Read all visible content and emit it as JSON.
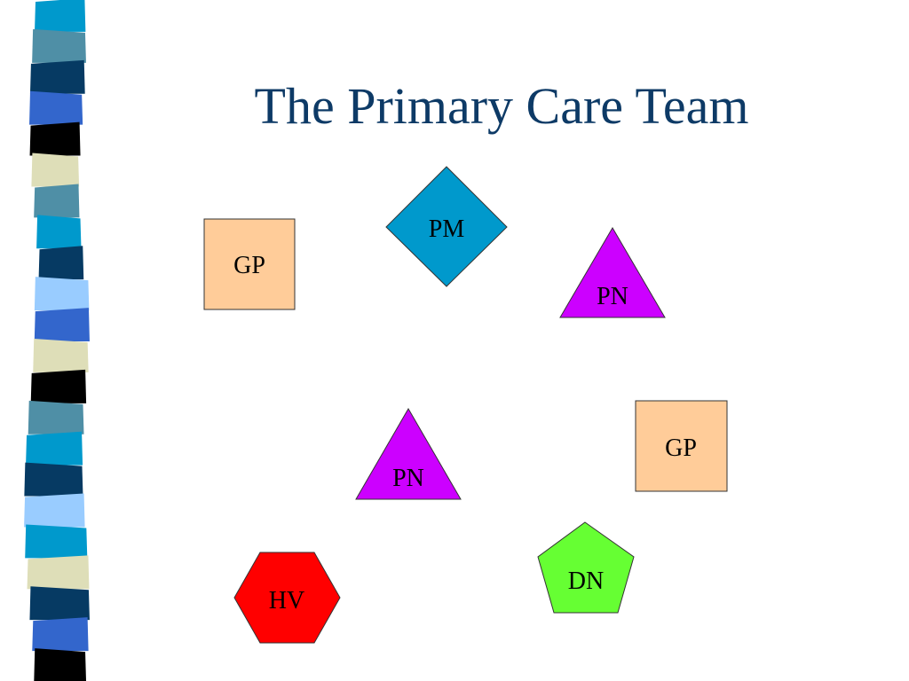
{
  "slide": {
    "title": "The Primary Care Team",
    "title_color": "#0d3a66"
  },
  "stripe_colors": [
    "#0099cc",
    "#4f8fa6",
    "#063a63",
    "#3366cc",
    "#000000",
    "#dedeb8",
    "#4f8fa6",
    "#0099cc",
    "#063a63",
    "#99ccff",
    "#3366cc",
    "#dedeb8",
    "#000000",
    "#4f8fa6",
    "#0099cc",
    "#063a63",
    "#99ccff",
    "#0099cc",
    "#dedeb8",
    "#063a63",
    "#3366cc",
    "#000000"
  ],
  "nodes": [
    {
      "id": "gp-1",
      "label": "GP",
      "shape": "square",
      "fill": "#ffcc99"
    },
    {
      "id": "pm-1",
      "label": "PM",
      "shape": "diamond",
      "fill": "#0099cc"
    },
    {
      "id": "pn-1",
      "label": "PN",
      "shape": "triangle",
      "fill": "#cc00ff"
    },
    {
      "id": "gp-2",
      "label": "GP",
      "shape": "square",
      "fill": "#ffcc99"
    },
    {
      "id": "pn-2",
      "label": "PN",
      "shape": "triangle",
      "fill": "#cc00ff"
    },
    {
      "id": "dn-1",
      "label": "DN",
      "shape": "pentagon",
      "fill": "#66ff33"
    },
    {
      "id": "hv-1",
      "label": "HV",
      "shape": "hexagon",
      "fill": "#ff0000"
    }
  ]
}
